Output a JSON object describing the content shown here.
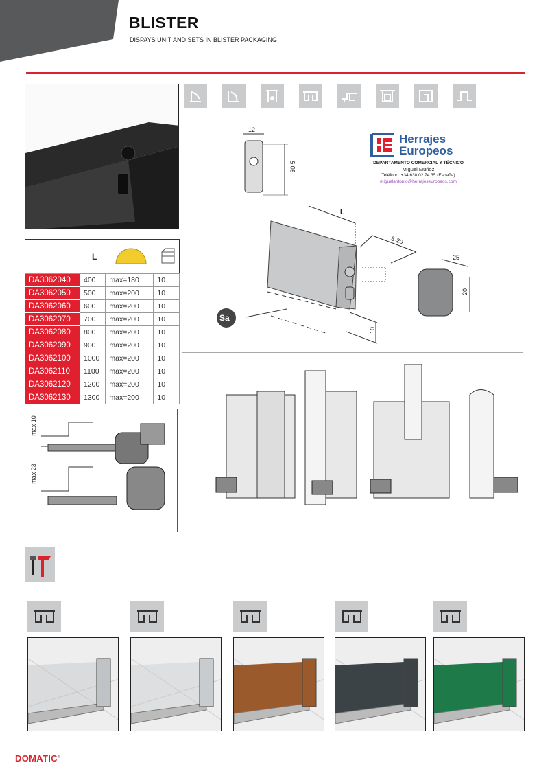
{
  "header": {
    "title": "BLISTER",
    "subtitle": "DISPAYS UNIT AND SETS IN BLISTER PACKAGING"
  },
  "feature_icons": [
    "bathroom-door-icon",
    "door-seal-icon",
    "floor-drop-icon",
    "profile-a-icon",
    "profile-b-icon",
    "profile-c-icon",
    "profile-d-icon",
    "profile-u-icon"
  ],
  "profile_dims": {
    "width": "12",
    "height": "30.5"
  },
  "dealer": {
    "name_line1": "Herrajes",
    "name_line2": "Europeos",
    "department": "DEPARTAMENTO COMERCIAL Y TÉCNICO",
    "contact": "Miguel Muñoz",
    "phone": "Teléfono: +34 638 02 74 35 (España)",
    "email": "miguelantonio@herrajeseuropeos.com",
    "colors": {
      "blue": "#2f5f9e",
      "red": "#e0202e"
    }
  },
  "product_dims": {
    "length": "L",
    "gap": "3-20",
    "cap_width": "25",
    "cap_height": "20",
    "drop": "10",
    "badge": "Sa"
  },
  "table": {
    "headers": {
      "length": "L",
      "cut_icon": "saw-blade-icon",
      "pack_icon": "box-icon"
    },
    "rows": [
      {
        "code": "DA3062040",
        "L": "400",
        "cut": "max=180",
        "pack": "10"
      },
      {
        "code": "DA3062050",
        "L": "500",
        "cut": "max=200",
        "pack": "10"
      },
      {
        "code": "DA3062060",
        "L": "600",
        "cut": "max=200",
        "pack": "10"
      },
      {
        "code": "DA3062070",
        "L": "700",
        "cut": "max=200",
        "pack": "10"
      },
      {
        "code": "DA3062080",
        "L": "800",
        "cut": "max=200",
        "pack": "10"
      },
      {
        "code": "DA3062090",
        "L": "900",
        "cut": "max=200",
        "pack": "10"
      },
      {
        "code": "DA3062100",
        "L": "1000",
        "cut": "max=200",
        "pack": "10"
      },
      {
        "code": "DA3062110",
        "L": "1100",
        "cut": "max=200",
        "pack": "10"
      },
      {
        "code": "DA3062120",
        "L": "1200",
        "cut": "max=200",
        "pack": "10"
      },
      {
        "code": "DA3062130",
        "L": "1300",
        "cut": "max=200",
        "pack": "10"
      }
    ]
  },
  "install_dims": {
    "top": "max 10",
    "bottom": "max 23"
  },
  "applications": [
    {
      "icon": "aluminium-profile-icon",
      "color": "#bfc3c6"
    },
    {
      "icon": "glass-profile-icon",
      "color": "#c8cccf"
    },
    {
      "icon": "wood-icon",
      "color": "#9a5a2c"
    },
    {
      "icon": "u-profile-icon",
      "color": "#3b4347"
    },
    {
      "icon": "pvc-profile-icon",
      "color": "#1f7a4a"
    }
  ],
  "footer": {
    "brand": "DOMATIC",
    "reg": "®",
    "brand_color": "#d9232d"
  }
}
